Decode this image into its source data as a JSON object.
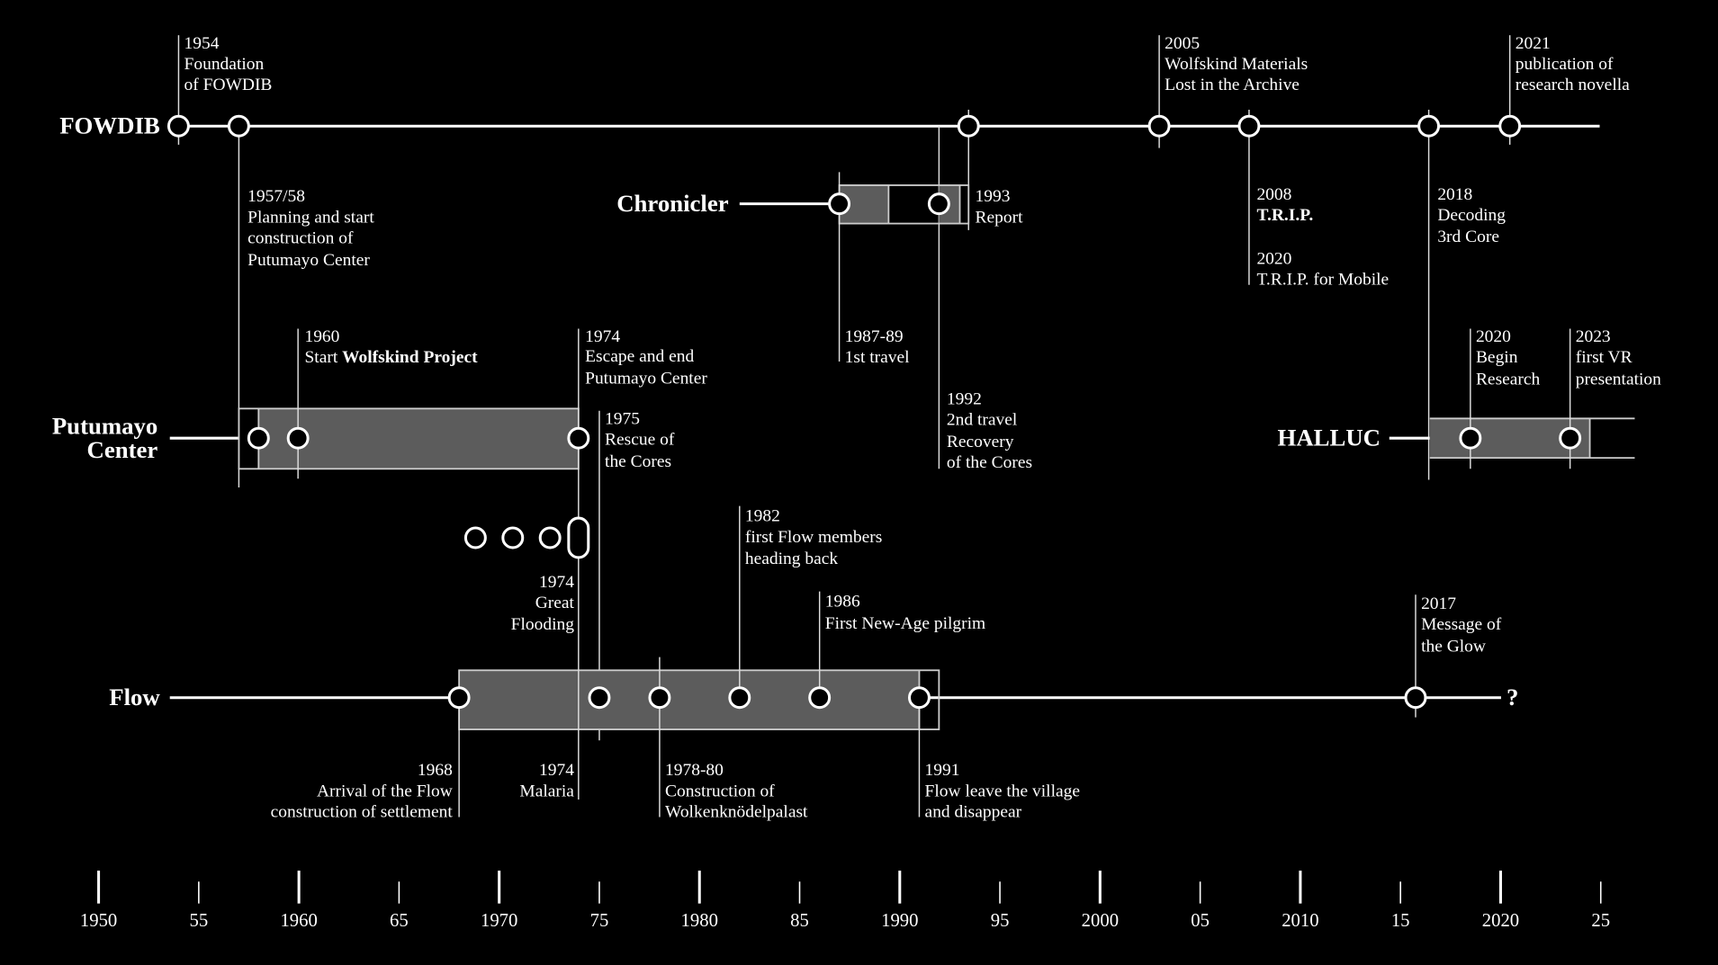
{
  "tracks": {
    "fowdib": "FOWDIB",
    "chronicler": "Chronicler",
    "putumayo": [
      "Putumayo",
      "Center"
    ],
    "halluc": "HALLUC",
    "flow": "Flow",
    "flow_end": "?"
  },
  "events": {
    "e1954": [
      "1954",
      "Foundation",
      "of FOWDIB"
    ],
    "e1957": [
      "1957/58",
      "Planning and start",
      "construction of",
      "Putumayo Center"
    ],
    "e1960": [
      "1960",
      "Start ",
      "Wolfskind Project"
    ],
    "e1974_escape": [
      "1974",
      "Escape and end",
      "Putumayo Center"
    ],
    "e1975": [
      "1975",
      "Rescue of",
      "the Cores"
    ],
    "e1974_flood": [
      "1974",
      "Great",
      "Flooding"
    ],
    "e1987": [
      "1987-89",
      "1st travel"
    ],
    "e1992": [
      "1992",
      "2nd travel",
      "Recovery",
      "of the Cores"
    ],
    "e1993": [
      "1993",
      "Report"
    ],
    "e2005": [
      "2005",
      "Wolfskind Materials",
      "Lost in the Archive"
    ],
    "e2008": [
      "2008",
      "T.R.I.P.",
      "2020",
      "T.R.I.P. for Mobile"
    ],
    "e2018": [
      "2018",
      "Decoding",
      "3rd Core"
    ],
    "e2021": [
      "2021",
      "publication of",
      "research novella"
    ],
    "e2020_halluc": [
      "2020",
      "Begin",
      "Research"
    ],
    "e2023": [
      "2023",
      "first VR",
      "presentation"
    ],
    "e1968": [
      "1968",
      "Arrival of the Flow",
      "construction of settlement"
    ],
    "e1974_malaria": [
      "1974",
      "Malaria"
    ],
    "e1978": [
      "1978-80",
      "Construction of",
      "Wolkenknödelpalast"
    ],
    "e1982": [
      "1982",
      "first Flow members",
      "heading back"
    ],
    "e1986": [
      "1986",
      "First New-Age pilgrim"
    ],
    "e1991": [
      "1991",
      "Flow leave the village",
      "and disappear"
    ],
    "e2017": [
      "2017",
      "Message of",
      "the Glow"
    ]
  },
  "axis": {
    "start_year": 1950,
    "end_year": 2025,
    "step": 5,
    "labels": [
      "1950",
      "55",
      "1960",
      "65",
      "1970",
      "75",
      "1980",
      "85",
      "1990",
      "95",
      "2000",
      "05",
      "2010",
      "15",
      "2020",
      "25"
    ]
  }
}
